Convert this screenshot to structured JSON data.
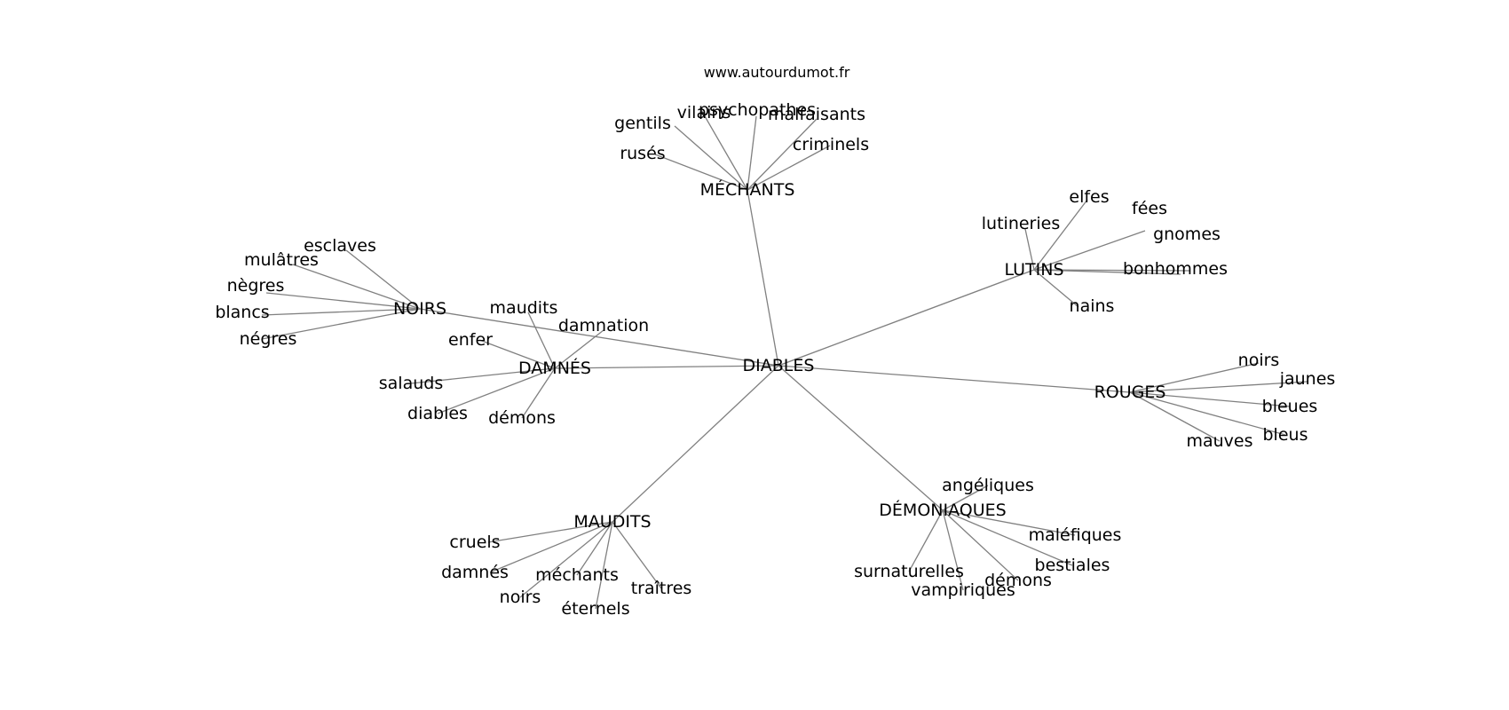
{
  "source": "www.autourdumot.fr",
  "graph": {
    "center": "DIABLES",
    "edge_color": "#808080",
    "groups": [
      {
        "hub": "MÉCHANTS",
        "words": [
          "gentils",
          "vilains",
          "psychopathes",
          "malfaisants",
          "criminels",
          "rusés"
        ]
      },
      {
        "hub": "LUTINS",
        "words": [
          "lutineries",
          "elfes",
          "fées",
          "gnomes",
          "bonhommes",
          "nains"
        ]
      },
      {
        "hub": "NOIRS",
        "words": [
          "esclaves",
          "mulâtres",
          "nègres",
          "blancs",
          "négres"
        ]
      },
      {
        "hub": "DAMNÉS",
        "words": [
          "maudits",
          "damnation",
          "enfer",
          "salauds",
          "diables",
          "démons"
        ]
      },
      {
        "hub": "ROUGES",
        "words": [
          "noirs",
          "jaunes",
          "bleues",
          "bleus",
          "mauves"
        ]
      },
      {
        "hub": "MAUDITS",
        "words": [
          "cruels",
          "damnés",
          "méchants",
          "noirs",
          "éternels",
          "traîtres"
        ]
      },
      {
        "hub": "DÉMONIAQUES",
        "words": [
          "angéliques",
          "maléfiques",
          "bestiales",
          "surnaturelles",
          "vampiriques",
          "démons"
        ]
      }
    ]
  }
}
